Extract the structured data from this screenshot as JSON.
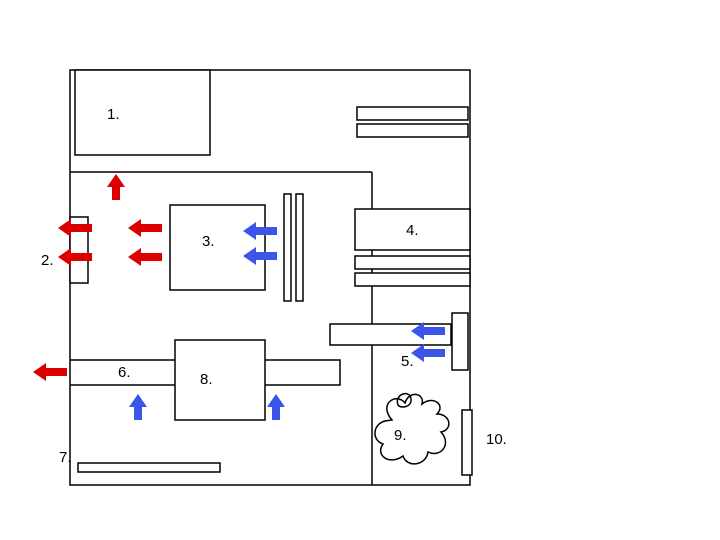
{
  "diagram": {
    "labels": {
      "n1": "1.",
      "n2": "2.",
      "n3": "3.",
      "n4": "4.",
      "n5": "5.",
      "n6": "6.",
      "n7": "7.",
      "n8": "8.",
      "n9": "9.",
      "n10": "10."
    },
    "colors": {
      "warm_arrow": "#dd0000",
      "cool_arrow": "#3a55e8",
      "outline": "#000000",
      "background": "#ffffff"
    }
  }
}
